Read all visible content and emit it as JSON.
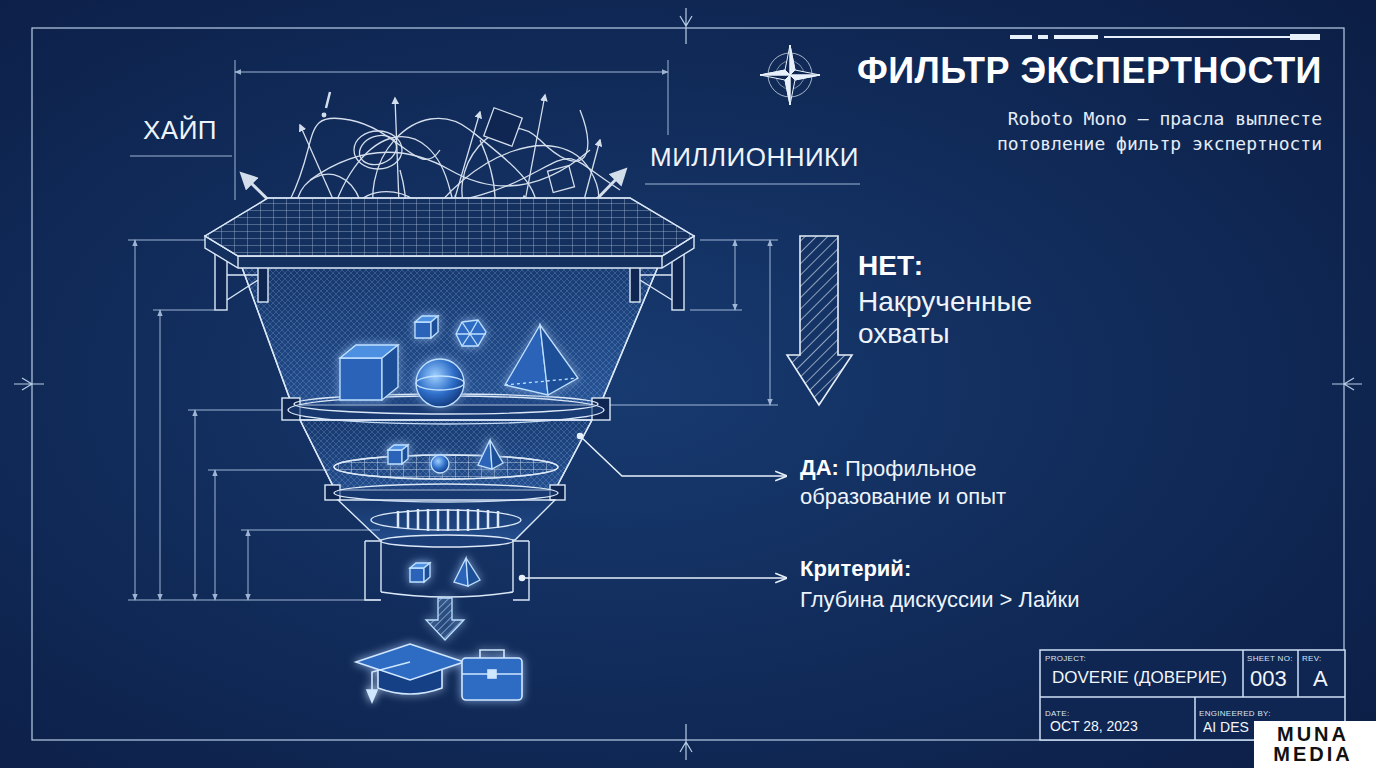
{
  "diagram": {
    "title": "ФИЛЬТР ЭКСПЕРТНОСТИ",
    "labels": [
      "Roboto Mono – прасла выплесте потовление фильтр экспертности",
      "ХАЙП",
      "МИЛЛИОННИКИ",
      "НЕТ:",
      "Накрученные охваты",
      "ДА:",
      "Профильное образование и опыт",
      "Критерий:",
      "Глубина дискуссии > Лайки",
      "PROJECT:",
      "DOVERIE (ДОВЕРИЕ)",
      "SHEET NO:",
      "003",
      "REV:",
      "A",
      "DATE:",
      "OCT 28, 2023",
      "ENGINEERED BY:",
      "AI DES",
      "MUNA MEDIA"
    ]
  }
}
